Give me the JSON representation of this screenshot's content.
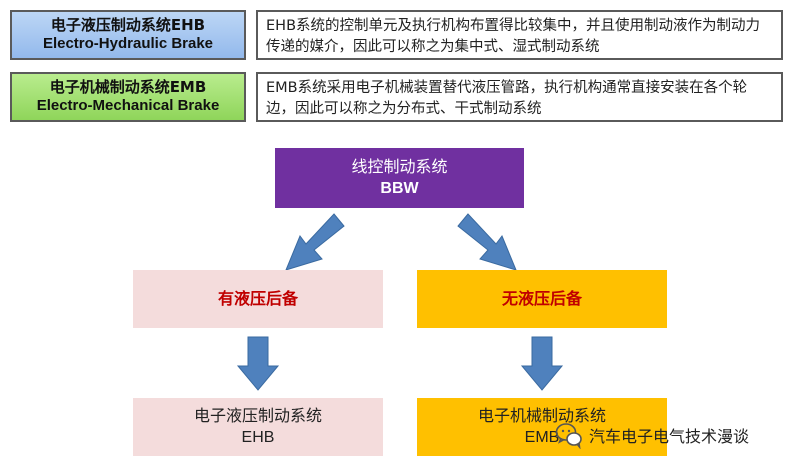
{
  "legend": {
    "ehb": {
      "name_zh": "电子液压制动系统EHB",
      "name_en": "Electro-Hydraulic Brake",
      "description": "EHB系统的控制单元及执行机构布置得比较集中，并且使用制动液作为制动力传递的媒介，因此可以称之为集中式、湿式制动系统"
    },
    "emb": {
      "name_zh": "电子机械制动系统EMB",
      "name_en": "Electro-Mechanical Brake",
      "description": "EMB系统采用电子机械装置替代液压管路，执行机构通常直接安装在各个轮边，因此可以称之为分布式、干式制动系统"
    }
  },
  "diagram": {
    "root": {
      "line1": "线控制动系统",
      "line2": "BBW"
    },
    "branches": [
      {
        "condition": "有液压后备",
        "result_line1": "电子液压制动系统",
        "result_line2": "EHB"
      },
      {
        "condition": "无液压后备",
        "result_line1": "电子机械制动系统",
        "result_line2": "EMB"
      }
    ]
  },
  "watermark": {
    "text": "汽车电子电气技术漫谈"
  },
  "colors": {
    "ehb_label": "#93b9ec",
    "emb_label": "#8fd55a",
    "root": "#7030a0",
    "left_branch": "#f4dcdc",
    "right_branch": "#ffc000",
    "branch_text": "#c00000",
    "arrow": "#4f81bd"
  }
}
